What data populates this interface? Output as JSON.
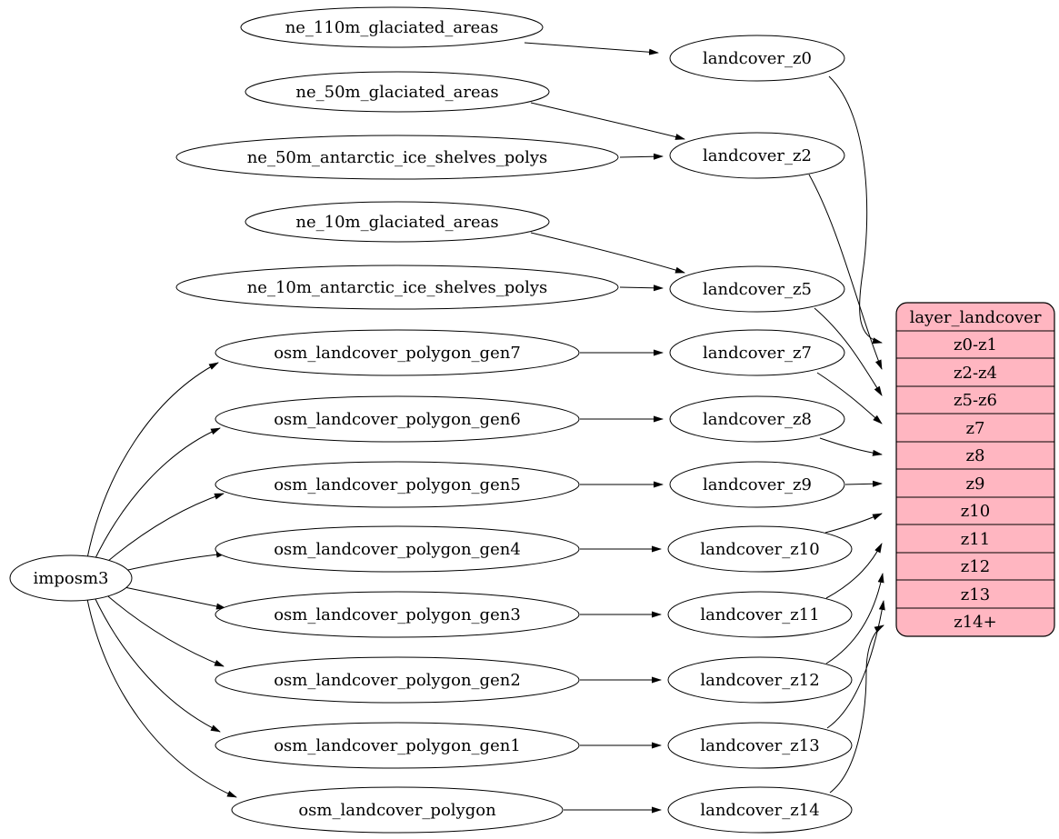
{
  "diagram": {
    "type": "graphviz-dependency-graph",
    "colors": {
      "background": "#ffffff",
      "node_fill": "#ffffff",
      "node_stroke": "#000000",
      "edge_color": "#000000",
      "record_fill": "#ffb6c1"
    }
  },
  "nodes": {
    "imposm3": {
      "label": "imposm3"
    },
    "ne_110m_glaciated_areas": {
      "label": "ne_110m_glaciated_areas"
    },
    "ne_50m_glaciated_areas": {
      "label": "ne_50m_glaciated_areas"
    },
    "ne_50m_antarctic_ice_shelves_polys": {
      "label": "ne_50m_antarctic_ice_shelves_polys"
    },
    "ne_10m_glaciated_areas": {
      "label": "ne_10m_glaciated_areas"
    },
    "ne_10m_antarctic_ice_shelves_polys": {
      "label": "ne_10m_antarctic_ice_shelves_polys"
    },
    "osm_landcover_polygon_gen7": {
      "label": "osm_landcover_polygon_gen7"
    },
    "osm_landcover_polygon_gen6": {
      "label": "osm_landcover_polygon_gen6"
    },
    "osm_landcover_polygon_gen5": {
      "label": "osm_landcover_polygon_gen5"
    },
    "osm_landcover_polygon_gen4": {
      "label": "osm_landcover_polygon_gen4"
    },
    "osm_landcover_polygon_gen3": {
      "label": "osm_landcover_polygon_gen3"
    },
    "osm_landcover_polygon_gen2": {
      "label": "osm_landcover_polygon_gen2"
    },
    "osm_landcover_polygon_gen1": {
      "label": "osm_landcover_polygon_gen1"
    },
    "osm_landcover_polygon": {
      "label": "osm_landcover_polygon"
    },
    "landcover_z0": {
      "label": "landcover_z0"
    },
    "landcover_z2": {
      "label": "landcover_z2"
    },
    "landcover_z5": {
      "label": "landcover_z5"
    },
    "landcover_z7": {
      "label": "landcover_z7"
    },
    "landcover_z8": {
      "label": "landcover_z8"
    },
    "landcover_z9": {
      "label": "landcover_z9"
    },
    "landcover_z10": {
      "label": "landcover_z10"
    },
    "landcover_z11": {
      "label": "landcover_z11"
    },
    "landcover_z12": {
      "label": "landcover_z12"
    },
    "landcover_z13": {
      "label": "landcover_z13"
    },
    "landcover_z14": {
      "label": "landcover_z14"
    }
  },
  "record": {
    "title": "layer_landcover",
    "rows": [
      "z0-z1",
      "z2-z4",
      "z5-z6",
      "z7",
      "z8",
      "z9",
      "z10",
      "z11",
      "z12",
      "z13",
      "z14+"
    ]
  },
  "edges": [
    {
      "from": "ne_110m_glaciated_areas",
      "to": "landcover_z0"
    },
    {
      "from": "ne_50m_glaciated_areas",
      "to": "landcover_z2"
    },
    {
      "from": "ne_50m_antarctic_ice_shelves_polys",
      "to": "landcover_z2"
    },
    {
      "from": "ne_10m_glaciated_areas",
      "to": "landcover_z5"
    },
    {
      "from": "ne_10m_antarctic_ice_shelves_polys",
      "to": "landcover_z5"
    },
    {
      "from": "imposm3",
      "to": "osm_landcover_polygon_gen7"
    },
    {
      "from": "imposm3",
      "to": "osm_landcover_polygon_gen6"
    },
    {
      "from": "imposm3",
      "to": "osm_landcover_polygon_gen5"
    },
    {
      "from": "imposm3",
      "to": "osm_landcover_polygon_gen4"
    },
    {
      "from": "imposm3",
      "to": "osm_landcover_polygon_gen3"
    },
    {
      "from": "imposm3",
      "to": "osm_landcover_polygon_gen2"
    },
    {
      "from": "imposm3",
      "to": "osm_landcover_polygon_gen1"
    },
    {
      "from": "imposm3",
      "to": "osm_landcover_polygon"
    },
    {
      "from": "osm_landcover_polygon_gen7",
      "to": "landcover_z7"
    },
    {
      "from": "osm_landcover_polygon_gen6",
      "to": "landcover_z8"
    },
    {
      "from": "osm_landcover_polygon_gen5",
      "to": "landcover_z9"
    },
    {
      "from": "osm_landcover_polygon_gen4",
      "to": "landcover_z10"
    },
    {
      "from": "osm_landcover_polygon_gen3",
      "to": "landcover_z11"
    },
    {
      "from": "osm_landcover_polygon_gen2",
      "to": "landcover_z12"
    },
    {
      "from": "osm_landcover_polygon_gen1",
      "to": "landcover_z13"
    },
    {
      "from": "osm_landcover_polygon",
      "to": "landcover_z14"
    },
    {
      "from": "landcover_z0",
      "to": "layer_landcover:z0-z1"
    },
    {
      "from": "landcover_z2",
      "to": "layer_landcover:z2-z4"
    },
    {
      "from": "landcover_z5",
      "to": "layer_landcover:z5-z6"
    },
    {
      "from": "landcover_z7",
      "to": "layer_landcover:z7"
    },
    {
      "from": "landcover_z8",
      "to": "layer_landcover:z8"
    },
    {
      "from": "landcover_z9",
      "to": "layer_landcover:z9"
    },
    {
      "from": "landcover_z10",
      "to": "layer_landcover:z10"
    },
    {
      "from": "landcover_z11",
      "to": "layer_landcover:z11"
    },
    {
      "from": "landcover_z12",
      "to": "layer_landcover:z12"
    },
    {
      "from": "landcover_z13",
      "to": "layer_landcover:z13"
    },
    {
      "from": "landcover_z14",
      "to": "layer_landcover:z14+"
    }
  ]
}
